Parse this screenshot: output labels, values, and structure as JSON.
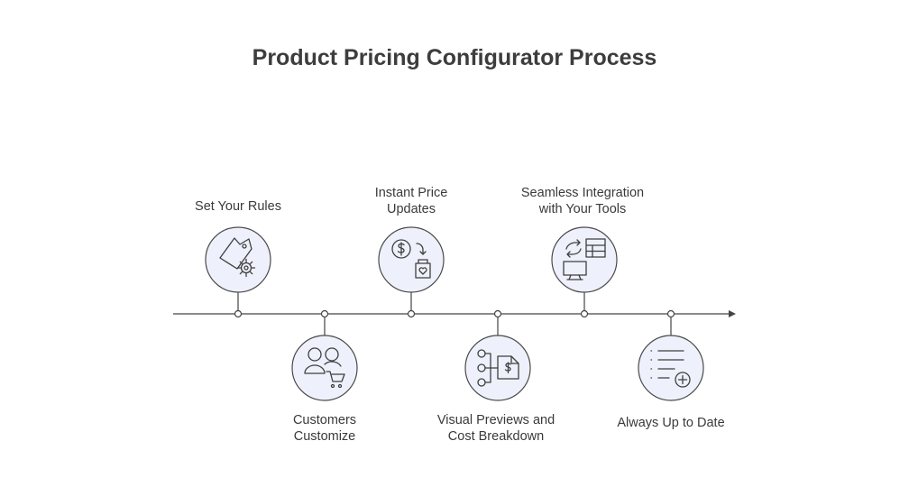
{
  "title": "Product Pricing Configurator Process",
  "colors": {
    "line": "#444444",
    "circle_fill": "#eef1fb",
    "circle_stroke": "#4a4a4a",
    "icon_stroke": "#3f3f3f"
  },
  "steps": [
    {
      "label_lines": [
        "Set Your Rules"
      ],
      "position": "above",
      "icon": "price-tag-gear-icon"
    },
    {
      "label_lines": [
        "Customers",
        "Customize"
      ],
      "position": "below",
      "icon": "customers-cart-icon"
    },
    {
      "label_lines": [
        "Instant Price",
        "Updates"
      ],
      "position": "above",
      "icon": "dollar-refresh-heart-bag-icon"
    },
    {
      "label_lines": [
        "Visual Previews and",
        "Cost Breakdown"
      ],
      "position": "below",
      "icon": "flowchart-dollar-document-icon"
    },
    {
      "label_lines": [
        "Seamless Integration",
        "with Your Tools"
      ],
      "position": "above",
      "icon": "sync-table-monitor-icon"
    },
    {
      "label_lines": [
        "Always Up to Date"
      ],
      "position": "below",
      "icon": "list-add-icon"
    }
  ]
}
